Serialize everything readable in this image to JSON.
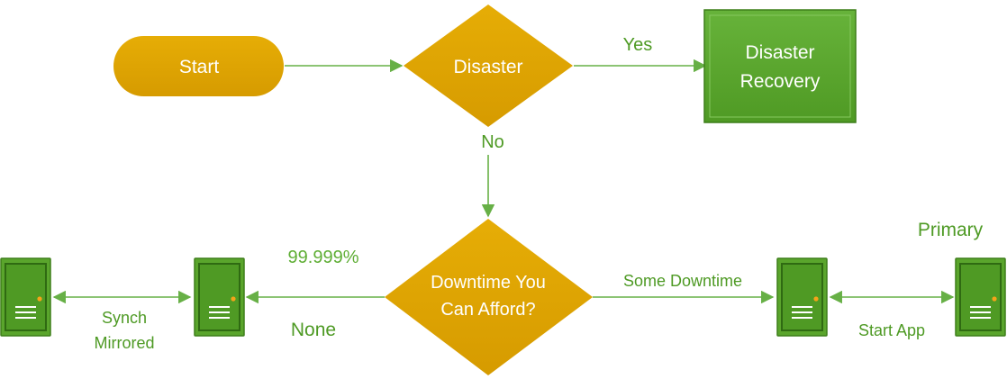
{
  "nodes": {
    "start": "Start",
    "disaster": "Disaster",
    "disaster_recovery": [
      "Disaster",
      "Recovery"
    ],
    "downtime": [
      "Downtime You",
      "Can Afford?"
    ]
  },
  "edges": {
    "yes": "Yes",
    "no": "No",
    "five_nines": "99.999%",
    "none": "None",
    "some_downtime": "Some Downtime",
    "synch_mirrored": [
      "Synch",
      "Mirrored"
    ],
    "start_app": "Start App",
    "primary": "Primary"
  },
  "colors": {
    "gold": "#dda300",
    "green": "#5aa52c",
    "connector": "#67b046",
    "label_green": "#4e9a24",
    "server_led": "#f5a31a"
  }
}
